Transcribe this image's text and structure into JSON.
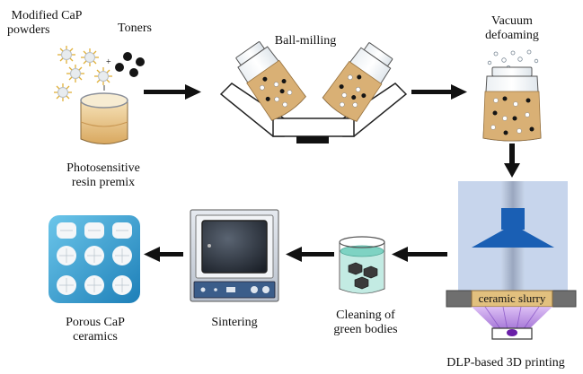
{
  "labels": {
    "modified_cap_line1": "Modified CaP",
    "modified_cap_line2": "powders",
    "toners": "Toners",
    "photosensitive_line1": "Photosensitive",
    "photosensitive_line2": "resin premix",
    "ball_milling": "Ball-milling",
    "vacuum_line1": "Vacuum",
    "vacuum_line2": "defoaming",
    "ceramic_slurry": "ceramic slurry",
    "dlp_printing": "DLP-based 3D printing",
    "cleaning_line1": "Cleaning of",
    "cleaning_line2": "green bodies",
    "sintering": "Sintering",
    "porous_line1": "Porous CaP",
    "porous_line2": "ceramics"
  },
  "colors": {
    "resin": "#e3bf7d",
    "ceramic_slurry": "#e2c07e",
    "printer_blue": "#1a5fb4",
    "printer_bg": "#c7d5ec",
    "light_purple": "#a67ad6",
    "sample_tile": "#2f9fd0",
    "water": "#7ed3c3",
    "arrow": "#111111"
  }
}
